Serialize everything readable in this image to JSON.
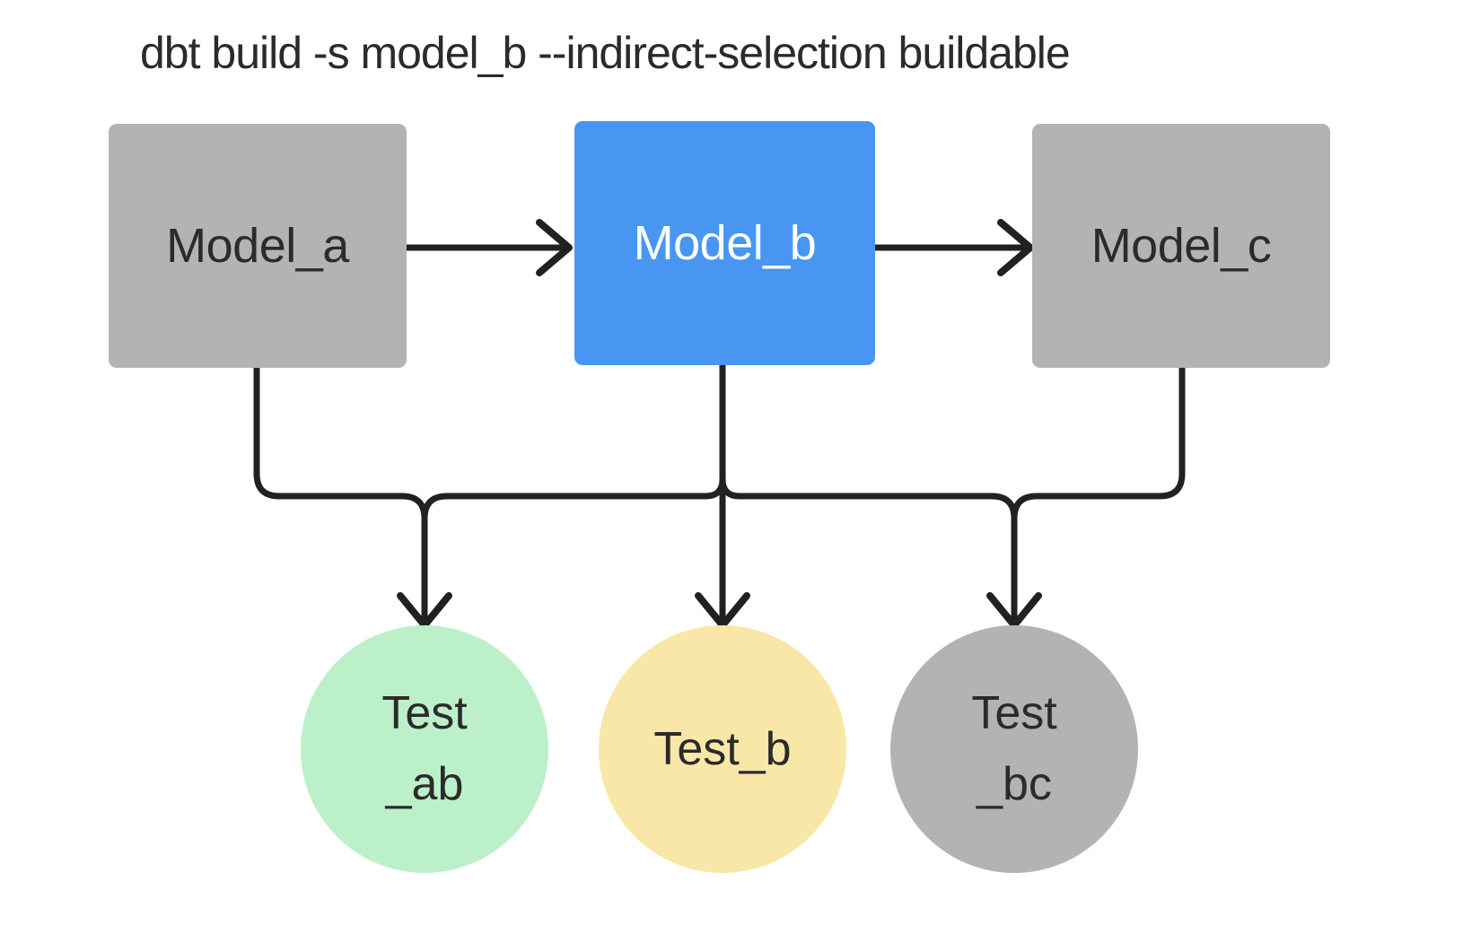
{
  "title": "dbt build -s model_b --indirect-selection buildable",
  "colors": {
    "background": "#ffffff",
    "line": "#212121",
    "text_dark": "#2b2b2b",
    "text_light": "#ffffff",
    "model_default_fill": "#b3b3b3",
    "model_selected_fill": "#4896f2",
    "test_ab_fill": "#bcf0c9",
    "test_b_fill": "#f9e7a7",
    "test_bc_fill": "#b3b3b3"
  },
  "models": [
    {
      "id": "model_a",
      "label": "Model_a",
      "fill": "#b3b3b3",
      "text_color": "#2b2b2b",
      "selected": false
    },
    {
      "id": "model_b",
      "label": "Model_b",
      "fill": "#4896f2",
      "text_color": "#ffffff",
      "selected": true
    },
    {
      "id": "model_c",
      "label": "Model_c",
      "fill": "#b3b3b3",
      "text_color": "#2b2b2b",
      "selected": false
    }
  ],
  "tests": [
    {
      "id": "test_ab",
      "lines": [
        "Test",
        "_ab"
      ],
      "fill": "#bcf0c9",
      "text_color": "#2b2b2b"
    },
    {
      "id": "test_b",
      "lines": [
        "Test_b"
      ],
      "fill": "#f9e7a7",
      "text_color": "#2b2b2b"
    },
    {
      "id": "test_bc",
      "lines": [
        "Test",
        "_bc"
      ],
      "fill": "#b3b3b3",
      "text_color": "#2b2b2b"
    }
  ],
  "edges": {
    "model_flow": [
      {
        "from": "Model_a",
        "to": "Model_b"
      },
      {
        "from": "Model_b",
        "to": "Model_c"
      }
    ],
    "test_rail": {
      "sources": [
        "Model_a",
        "Model_b",
        "Model_c"
      ],
      "targets": [
        "Test_ab",
        "Test_b",
        "Test_bc"
      ]
    }
  }
}
